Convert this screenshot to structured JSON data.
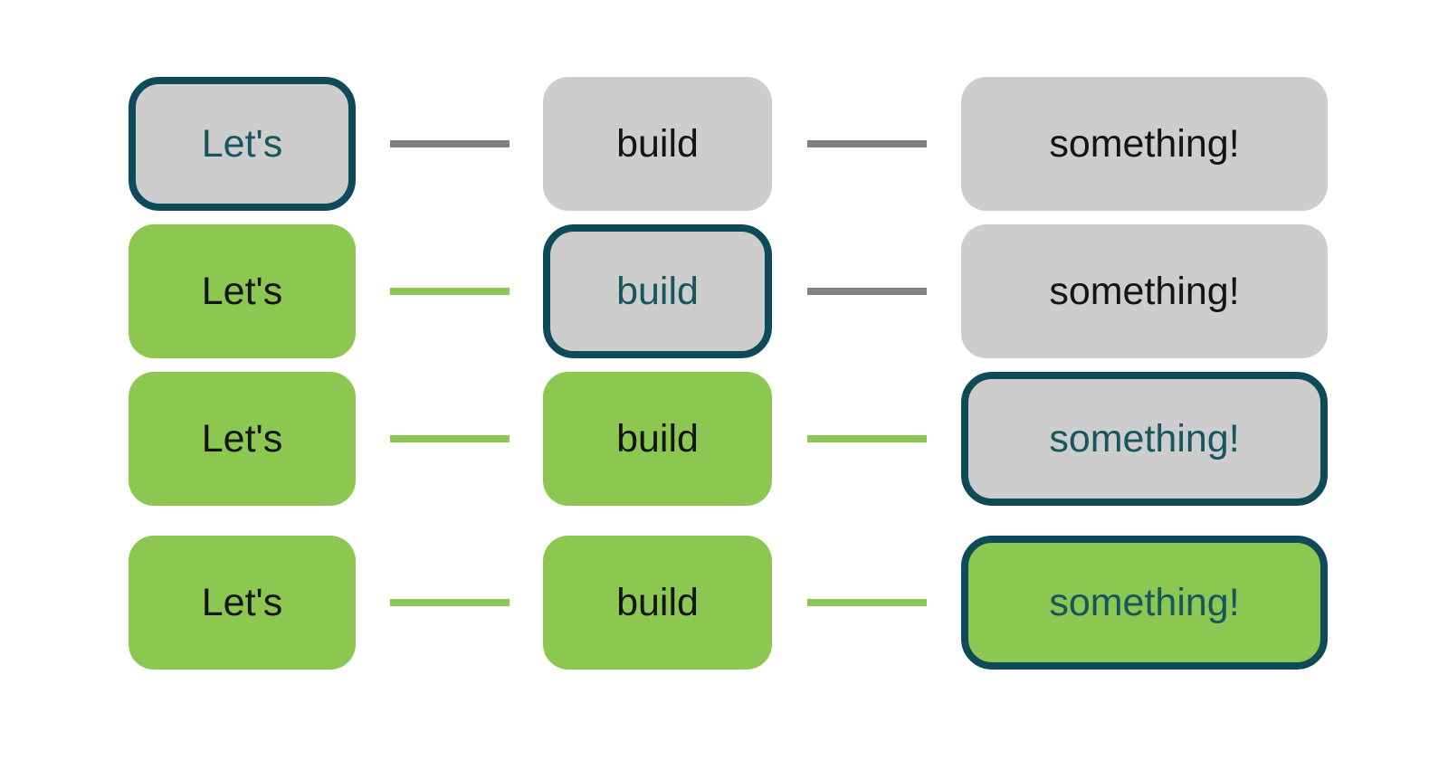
{
  "colors": {
    "background": "#ffffff",
    "node_gray_fill": "#cdcdcd",
    "node_green_fill": "#8bc751",
    "connector_gray": "#808285",
    "connector_green": "#8bc751",
    "highlight_border": "#0e4a58",
    "highlight_text": "#17565e",
    "node_text": "#141414"
  },
  "rows": [
    {
      "nodes": [
        {
          "label": "Let's",
          "fill": "gray",
          "highlighted": true
        },
        {
          "label": "build",
          "fill": "gray",
          "highlighted": false
        },
        {
          "label": "something!",
          "fill": "gray",
          "highlighted": false
        }
      ],
      "connectors": [
        "gray",
        "gray"
      ]
    },
    {
      "nodes": [
        {
          "label": "Let's",
          "fill": "green",
          "highlighted": false
        },
        {
          "label": "build",
          "fill": "gray",
          "highlighted": true
        },
        {
          "label": "something!",
          "fill": "gray",
          "highlighted": false
        }
      ],
      "connectors": [
        "green",
        "gray"
      ]
    },
    {
      "nodes": [
        {
          "label": "Let's",
          "fill": "green",
          "highlighted": false
        },
        {
          "label": "build",
          "fill": "green",
          "highlighted": false
        },
        {
          "label": "something!",
          "fill": "gray",
          "highlighted": true
        }
      ],
      "connectors": [
        "green",
        "green"
      ]
    },
    {
      "nodes": [
        {
          "label": "Let's",
          "fill": "green",
          "highlighted": false
        },
        {
          "label": "build",
          "fill": "green",
          "highlighted": false
        },
        {
          "label": "something!",
          "fill": "green",
          "highlighted": true
        }
      ],
      "connectors": [
        "green",
        "green"
      ]
    }
  ]
}
